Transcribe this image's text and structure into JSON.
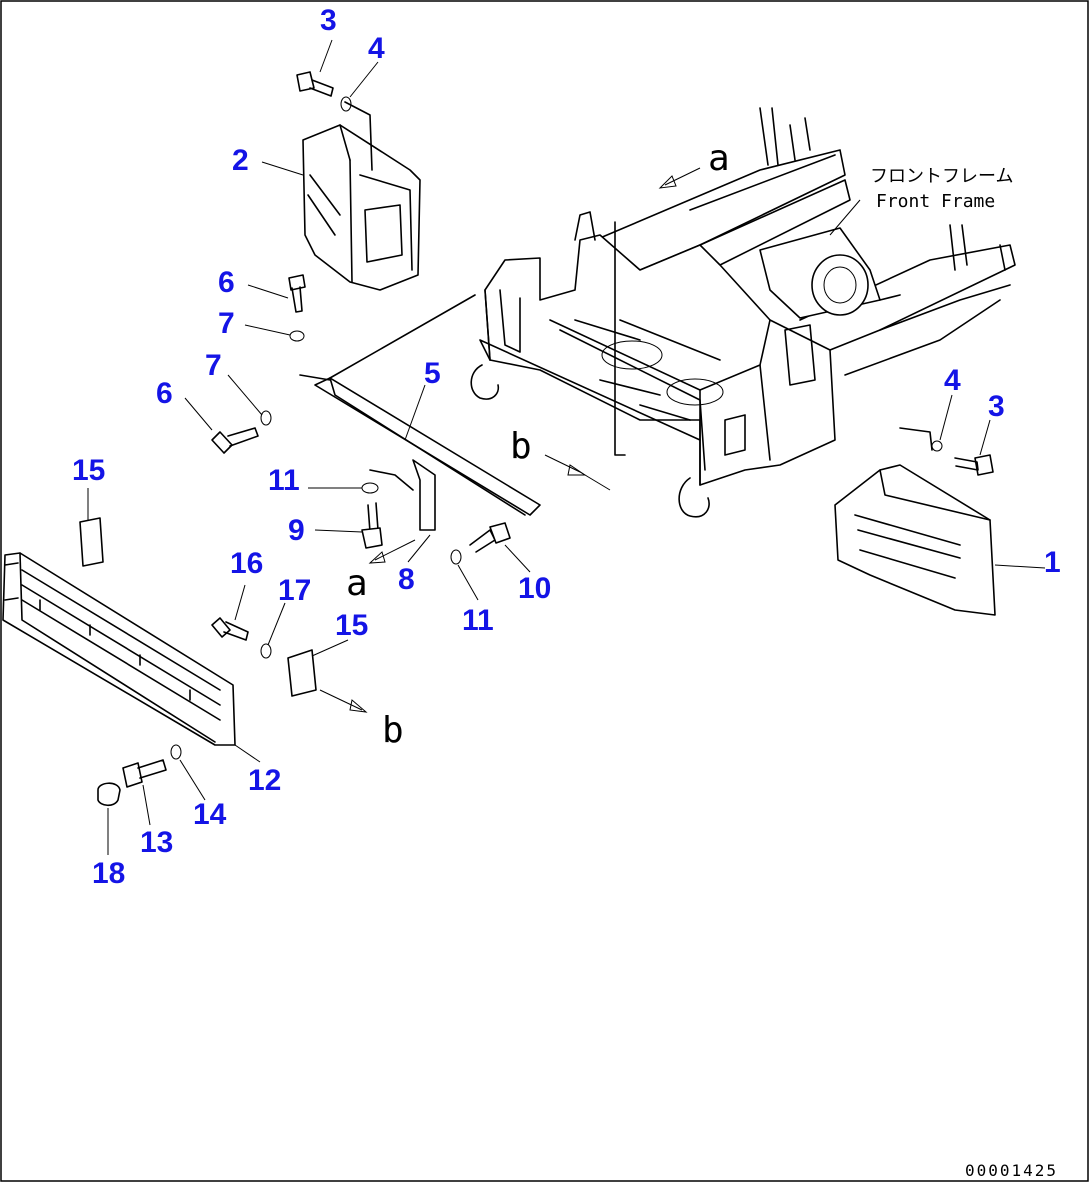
{
  "diagram": {
    "note_jp": "フロントフレーム",
    "note_en": "Front Frame",
    "drawing_code": "00001425",
    "ref_a": "a",
    "ref_b": "b"
  },
  "callouts": [
    {
      "id": "c1",
      "label": "1"
    },
    {
      "id": "c2",
      "label": "2"
    },
    {
      "id": "c3a",
      "label": "3"
    },
    {
      "id": "c3b",
      "label": "3"
    },
    {
      "id": "c4a",
      "label": "4"
    },
    {
      "id": "c4b",
      "label": "4"
    },
    {
      "id": "c5",
      "label": "5"
    },
    {
      "id": "c6a",
      "label": "6"
    },
    {
      "id": "c6b",
      "label": "6"
    },
    {
      "id": "c7a",
      "label": "7"
    },
    {
      "id": "c7b",
      "label": "7"
    },
    {
      "id": "c8",
      "label": "8"
    },
    {
      "id": "c9",
      "label": "9"
    },
    {
      "id": "c10",
      "label": "10"
    },
    {
      "id": "c11a",
      "label": "11"
    },
    {
      "id": "c11b",
      "label": "11"
    },
    {
      "id": "c12",
      "label": "12"
    },
    {
      "id": "c13",
      "label": "13"
    },
    {
      "id": "c14",
      "label": "14"
    },
    {
      "id": "c15a",
      "label": "15"
    },
    {
      "id": "c15b",
      "label": "15"
    },
    {
      "id": "c16",
      "label": "16"
    },
    {
      "id": "c17",
      "label": "17"
    },
    {
      "id": "c18",
      "label": "18"
    }
  ]
}
